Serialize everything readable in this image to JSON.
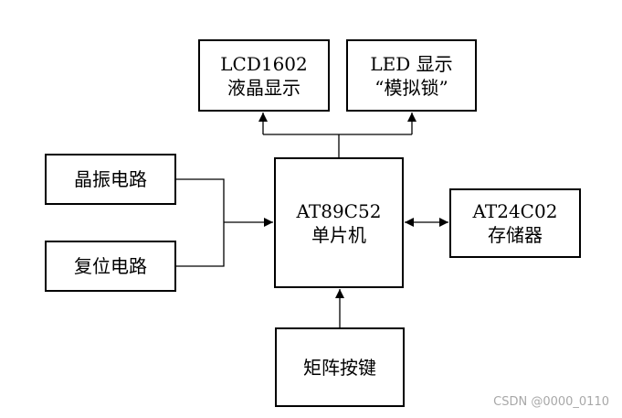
{
  "blocks": {
    "lcd": {
      "line1": "LCD1602",
      "line2": "液晶显示"
    },
    "led": {
      "line1": "LED 显示",
      "line2": "“模拟锁”"
    },
    "osc": {
      "line1": "晶振电路"
    },
    "reset": {
      "line1": "复位电路"
    },
    "mcu": {
      "line1": "AT89C52",
      "line2": "单片机"
    },
    "eeprom": {
      "line1": "AT24C02",
      "line2": "存储器"
    },
    "keypad": {
      "line1": "矩阵按键"
    }
  },
  "watermark": "CSDN @0000_0110",
  "colors": {
    "line": "#000000",
    "background": "#ffffff",
    "watermark": "#a8a8a8"
  }
}
